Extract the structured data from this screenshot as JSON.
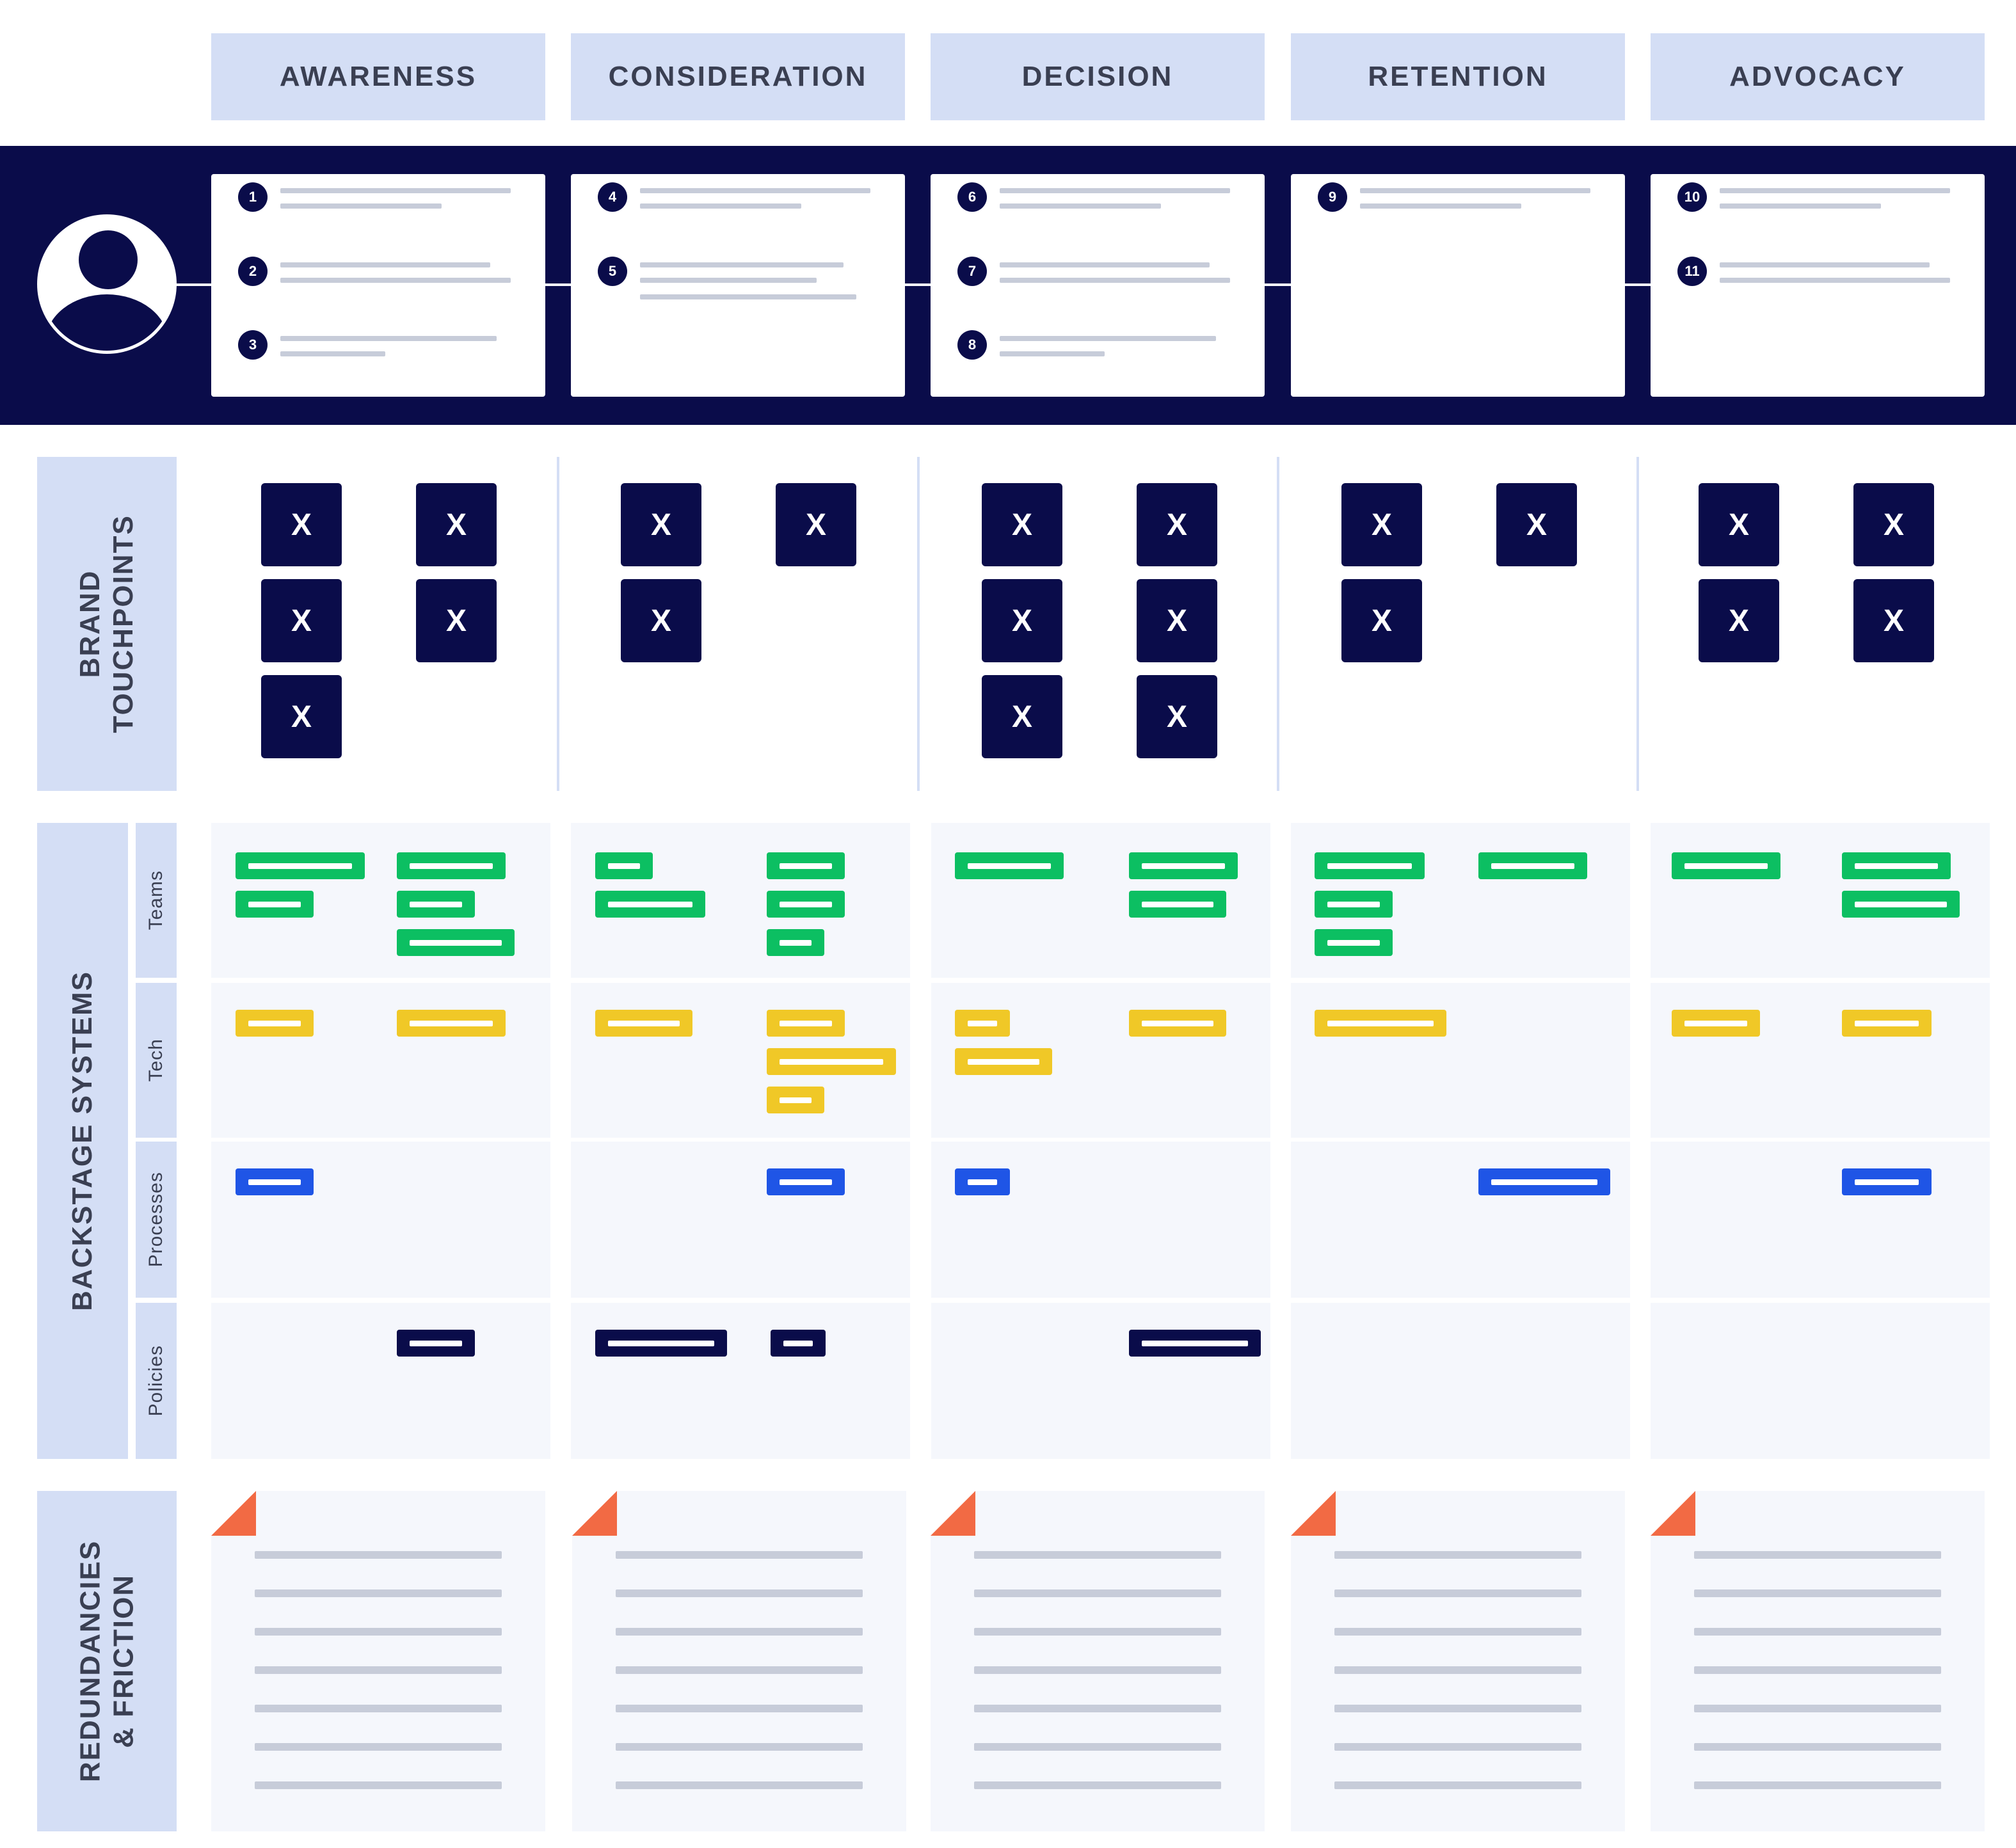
{
  "phases": [
    "AWARENESS",
    "CONSIDERATION",
    "DECISION",
    "RETENTION",
    "ADVOCACY"
  ],
  "persona": {
    "icon": "user-avatar-icon",
    "steps": [
      [
        "1",
        "2",
        "3"
      ],
      [
        "4",
        "5"
      ],
      [
        "6",
        "7",
        "8"
      ],
      [
        "9"
      ],
      [
        "10",
        "11"
      ]
    ]
  },
  "touchpoints": {
    "title_line1": "BRAND",
    "title_line2": "TOUCHPOINTS",
    "marker": "X",
    "counts": [
      5,
      3,
      6,
      3,
      4
    ]
  },
  "backstage": {
    "title": "BACKSTAGE SYSTEMS",
    "rows": [
      {
        "label": "Teams",
        "color": "#0cbf62"
      },
      {
        "label": "Tech",
        "color": "#f0c827"
      },
      {
        "label": "Processes",
        "color": "#1f55e6"
      },
      {
        "label": "Policies",
        "color": "#0a0c4a"
      }
    ]
  },
  "friction": {
    "title_line1": "REDUNDANCIES",
    "title_line2": "& FRICTION",
    "accent": "#f26a44"
  },
  "colors": {
    "navy": "#0a0c4a",
    "header_bg": "#d4def5",
    "cell_bg": "#f5f7fc",
    "placeholder_line": "#c7ccd9"
  }
}
